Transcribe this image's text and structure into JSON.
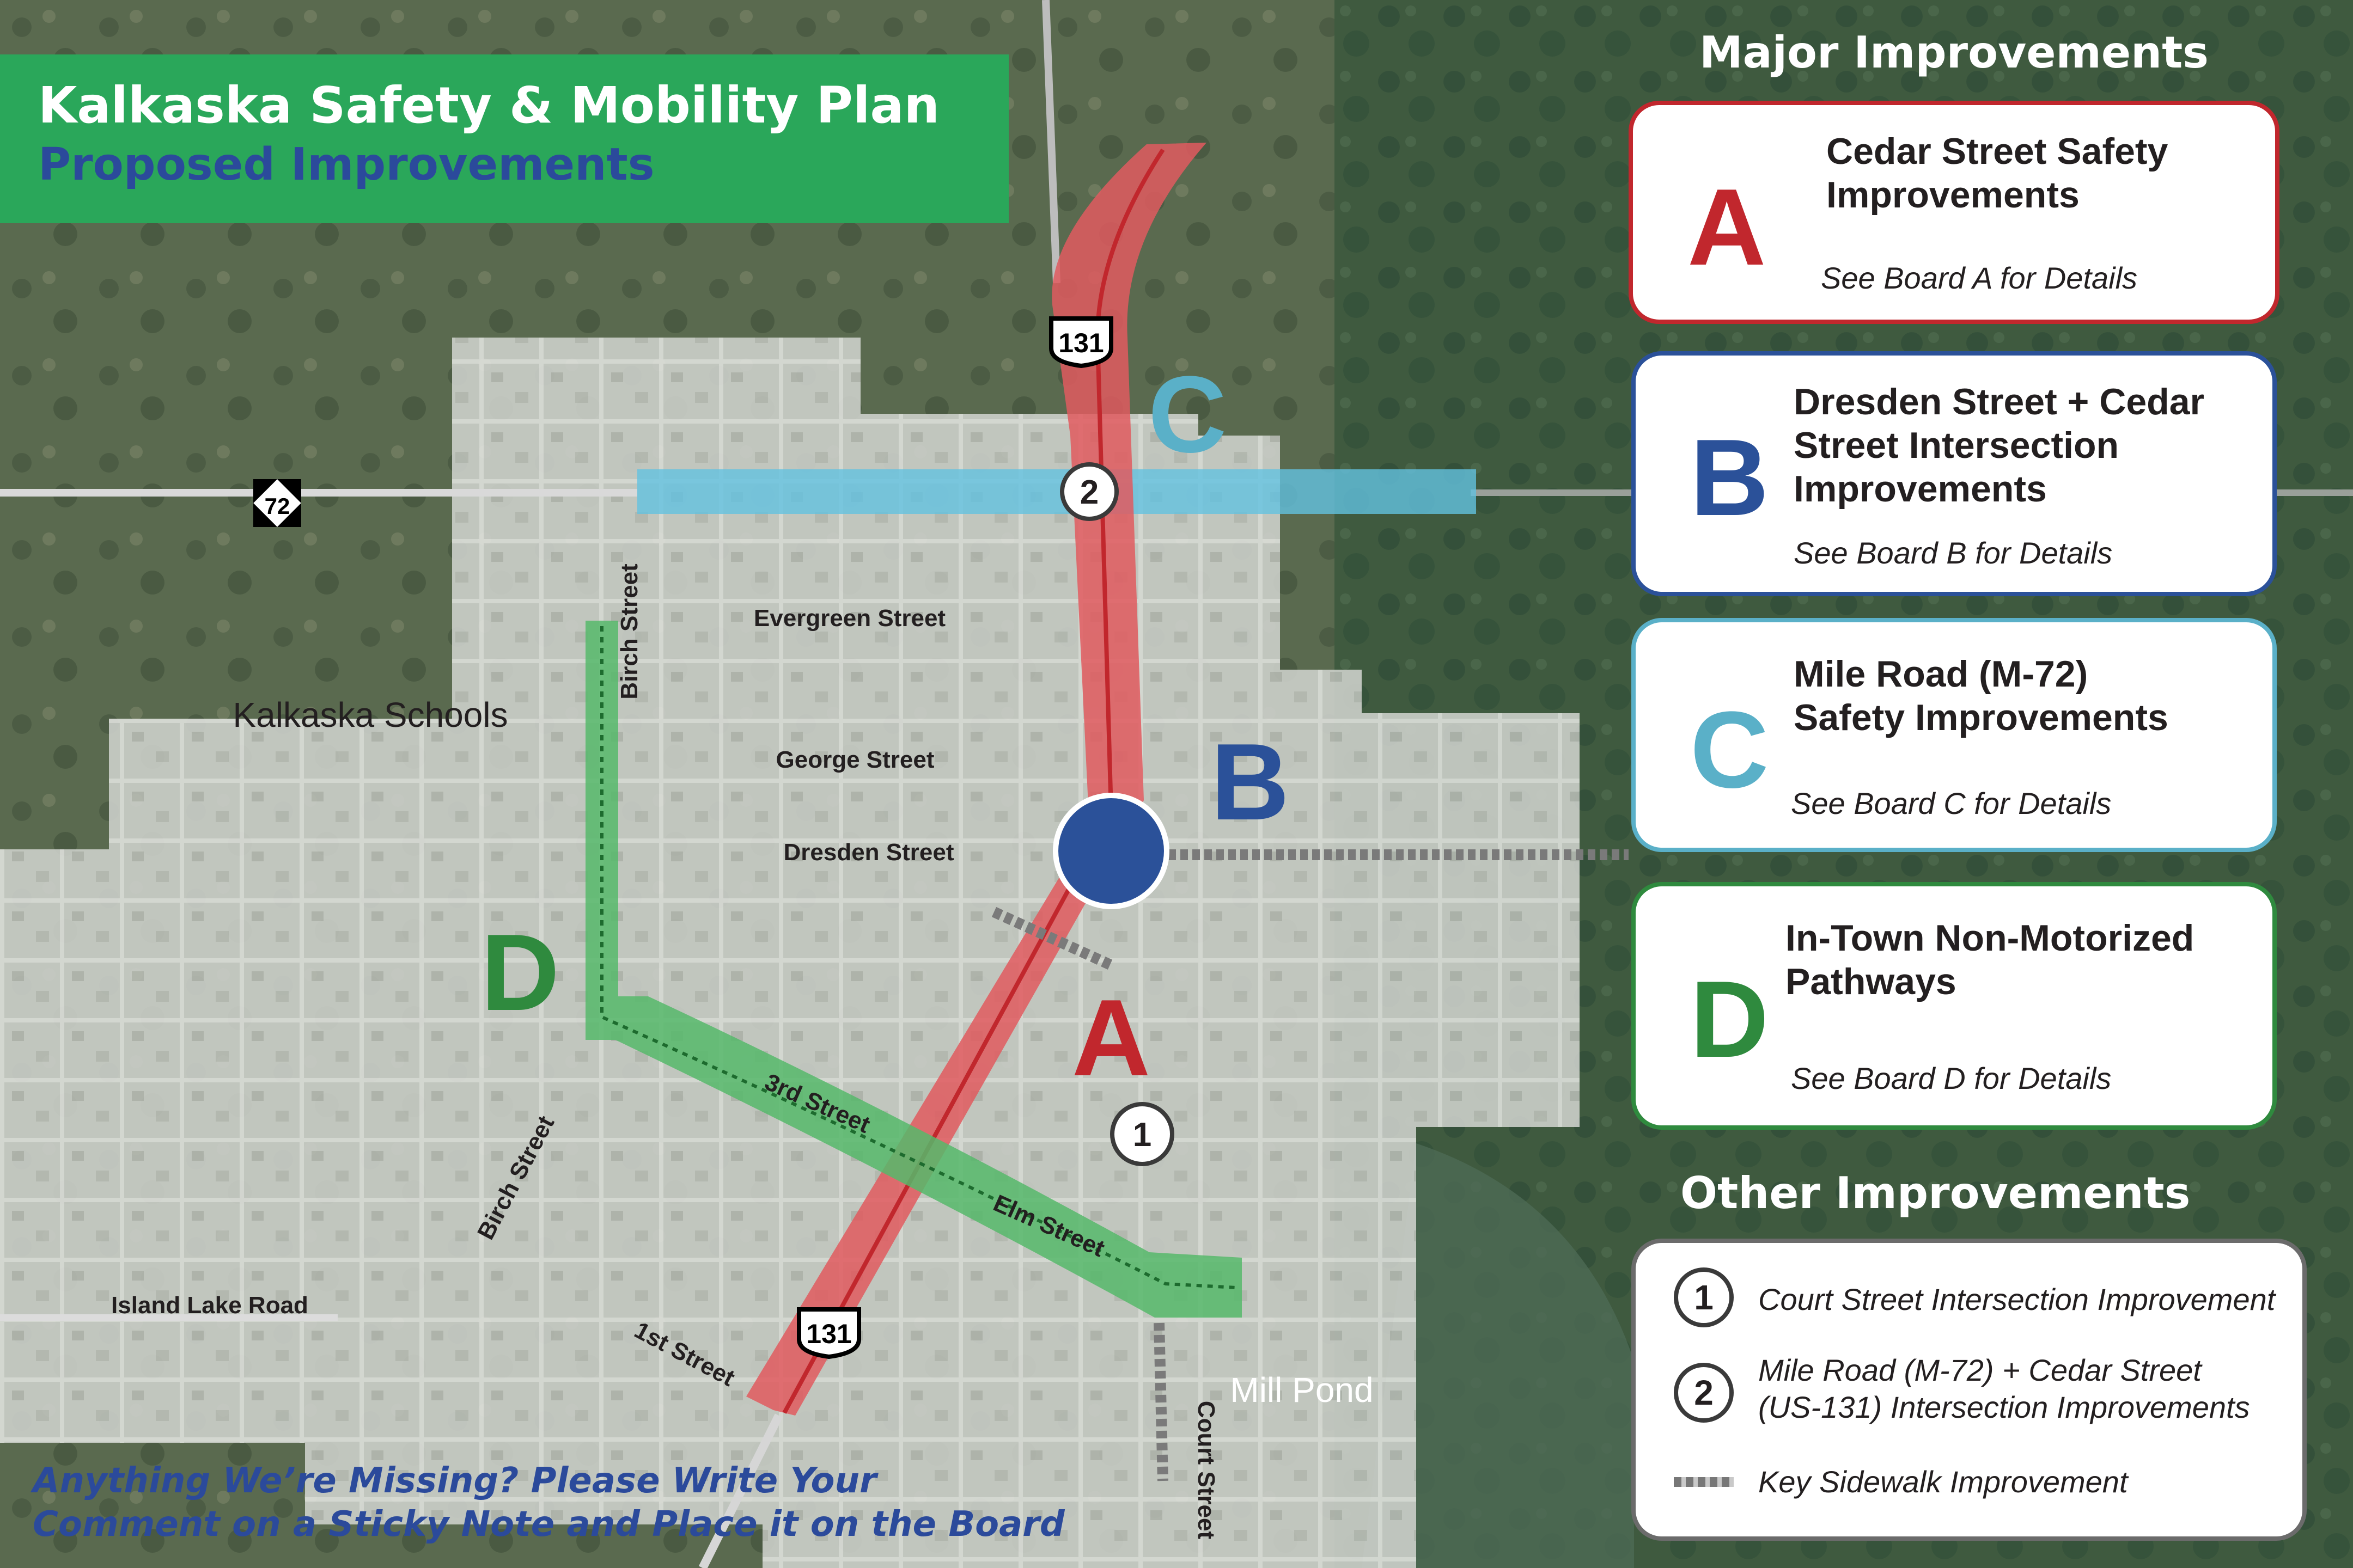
{
  "title": {
    "line1": "Kalkaska Safety & Mobility Plan",
    "line2": "Proposed Improvements"
  },
  "major": {
    "heading": "Major Improvements",
    "items": [
      {
        "letter": "A",
        "title": "Cedar Street Safety\nImprovements",
        "detail": "See Board A for Details",
        "color": "#c1272d"
      },
      {
        "letter": "B",
        "title": "Dresden Street + Cedar\nStreet Intersection\nImprovements",
        "detail": "See Board B for Details",
        "color": "#2b5199"
      },
      {
        "letter": "C",
        "title": "Mile Road (M-72)\nSafety Improvements",
        "detail": "See Board C for Details",
        "color": "#5ab0c8"
      },
      {
        "letter": "D",
        "title": "In-Town Non-Motorized\nPathways",
        "detail": "See Board D for Details",
        "color": "#2f8a3e"
      }
    ]
  },
  "other": {
    "heading": "Other Improvements",
    "items": [
      {
        "number": "1",
        "text": "Court Street Intersection Improvement"
      },
      {
        "number": "2",
        "text": "Mile Road (M-72) + Cedar Street\n(US-131) Intersection Improvements"
      }
    ],
    "sidewalk_label": "Key Sidewalk Improvement"
  },
  "map_labels": {
    "evergreen": "Evergreen Street",
    "george": "George Street",
    "dresden": "Dresden Street",
    "birch_north": "Birch Street",
    "birch_south": "Birch Street",
    "third": "3rd Street",
    "elm": "Elm Street",
    "first": "1st Street",
    "court": "Court Street",
    "island_lake": "Island Lake Road",
    "schools": "Kalkaska Schools",
    "mill_pond": "Mill Pond",
    "us131_north": "131",
    "us131_south": "131",
    "m72": "72",
    "marker_1": "1",
    "marker_2": "2",
    "letter_a": "A",
    "letter_b": "B",
    "letter_c": "C",
    "letter_d": "D"
  },
  "footer": {
    "line1": "Anything We’re Missing? Please Write Your",
    "line2": "Comment on a Sticky Note and Place it on the Board"
  },
  "colors": {
    "title_bg": "#2aa75a",
    "title_sub": "#2b4a9b",
    "corridor_a": "#e05a5f",
    "corridor_c": "#63c2e0",
    "pathway_d": "#56b86b",
    "node_b": "#2b5199"
  }
}
